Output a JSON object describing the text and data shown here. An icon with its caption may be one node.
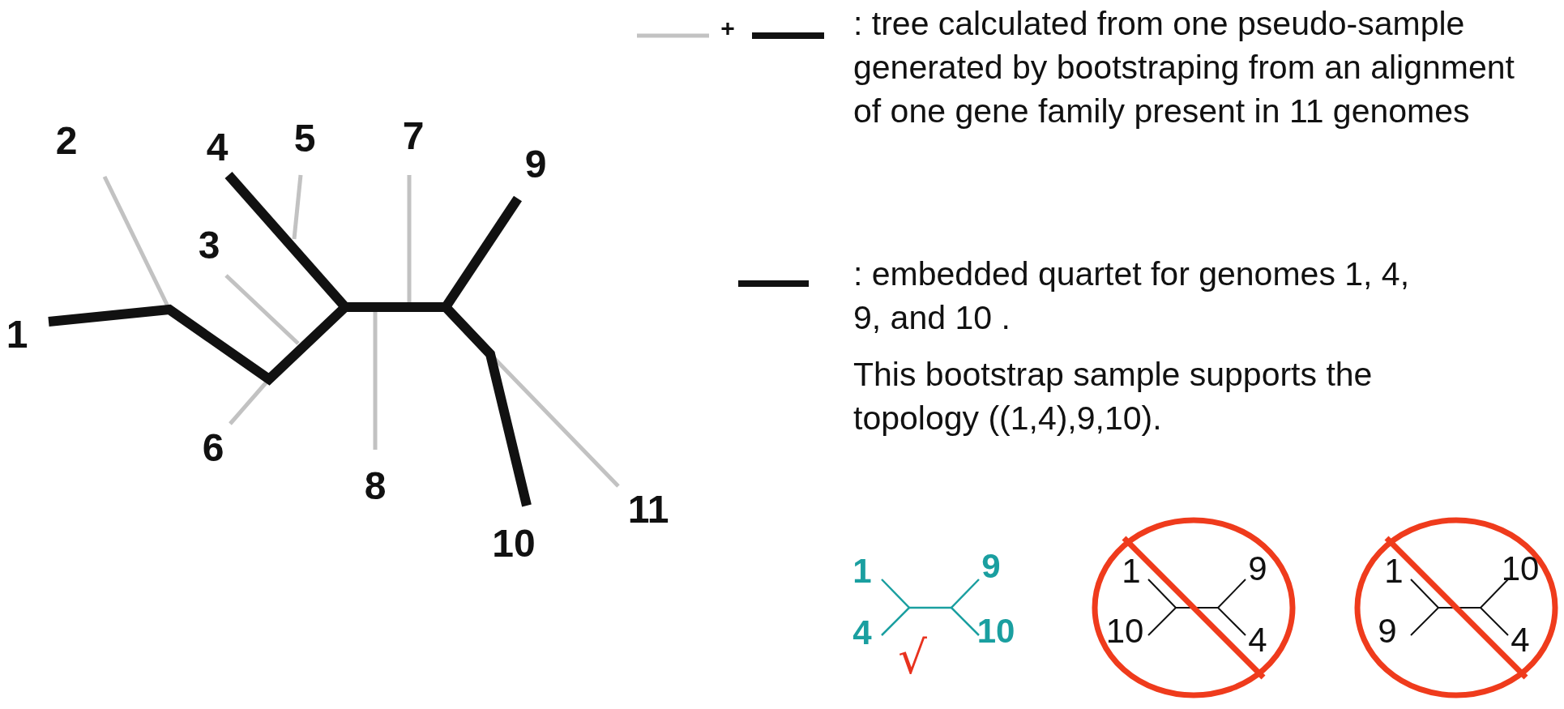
{
  "diagram": {
    "labels": [
      "2",
      "4",
      "5",
      "7",
      "9",
      "3",
      "1",
      "6",
      "8",
      "11",
      "10",
      "+",
      "This bootstrap sample supports the topology ((1,4),9,10).",
      "1",
      "9",
      "4",
      "10",
      "√",
      "1",
      "9",
      "10",
      "4",
      "1",
      "10",
      "9",
      "4"
    ],
    "legend": [
      {
        "text": ": tree calculated from one pseudo-sample generated by bootstraping from an alignment of one gene family present in 11 genomes"
      },
      {
        "text": ": embedded quartet for genomes 1, 4, 9, and 10 ."
      }
    ]
  }
}
